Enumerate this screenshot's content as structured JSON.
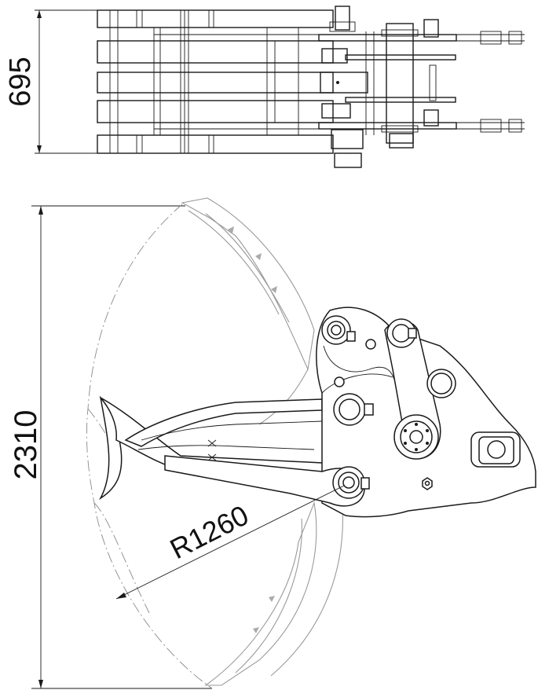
{
  "dimensions": {
    "width_label": "695",
    "height_label": "2310",
    "radius_label": "R1260"
  },
  "colors": {
    "line": "#1a1a1a",
    "light_outline": "#9a9a9a",
    "background": "#ffffff"
  }
}
